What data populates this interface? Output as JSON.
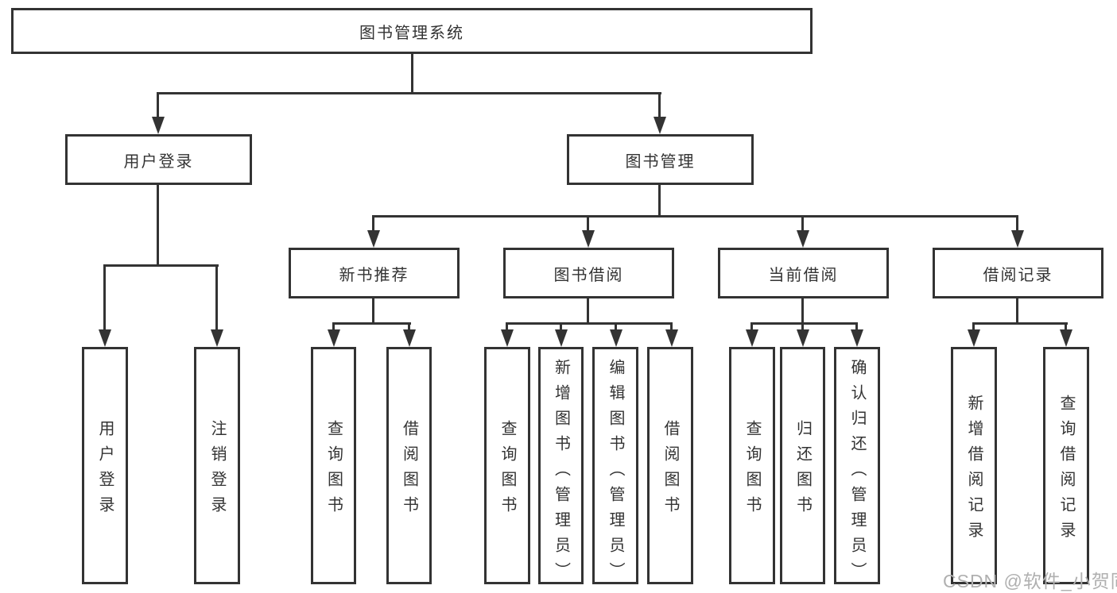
{
  "nodes": {
    "root": "图书管理系统",
    "l2": [
      "用户登录",
      "图书管理"
    ],
    "l3": [
      "新书推荐",
      "图书借阅",
      "当前借阅",
      "借阅记录"
    ],
    "l4": [
      "用户登录",
      "注销登录",
      "查询图书",
      "借阅图书",
      "查询图书",
      "新增图书（管理员）",
      "编辑图书（管理员）",
      "借阅图书",
      "查询图书",
      "归还图书",
      "确认归还（管理员）",
      "新增借阅记录",
      "查询借阅记录"
    ]
  },
  "watermark": "CSDN @软件_小贺同学",
  "colors": {
    "line": "#333333",
    "text": "#333333",
    "box_background": "#ffffff",
    "page_background": "#ffffff",
    "watermark": "#b0b0b0"
  }
}
